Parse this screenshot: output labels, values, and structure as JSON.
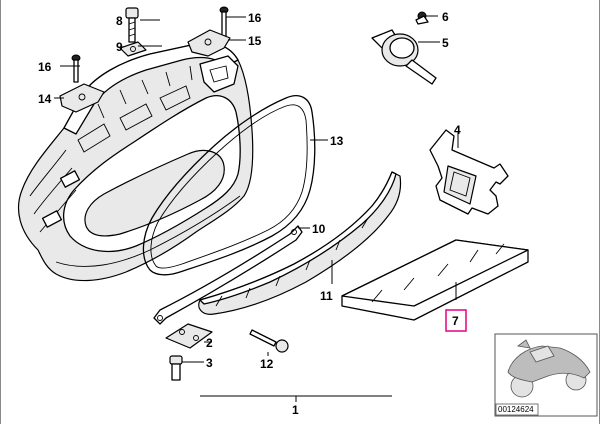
{
  "diagram": {
    "callouts": {
      "c1": "1",
      "c2": "2",
      "c3": "3",
      "c4": "4",
      "c5": "5",
      "c6": "6",
      "c7": "7",
      "c8": "8",
      "c9": "9",
      "c10": "10",
      "c11": "11",
      "c12": "12",
      "c13": "13",
      "c14": "14",
      "c15": "15",
      "c16a": "16",
      "c16b": "16"
    },
    "highlighted_callout": "7",
    "highlight_color": "#e6007e"
  },
  "thumbnail": {
    "label": "00124624"
  }
}
